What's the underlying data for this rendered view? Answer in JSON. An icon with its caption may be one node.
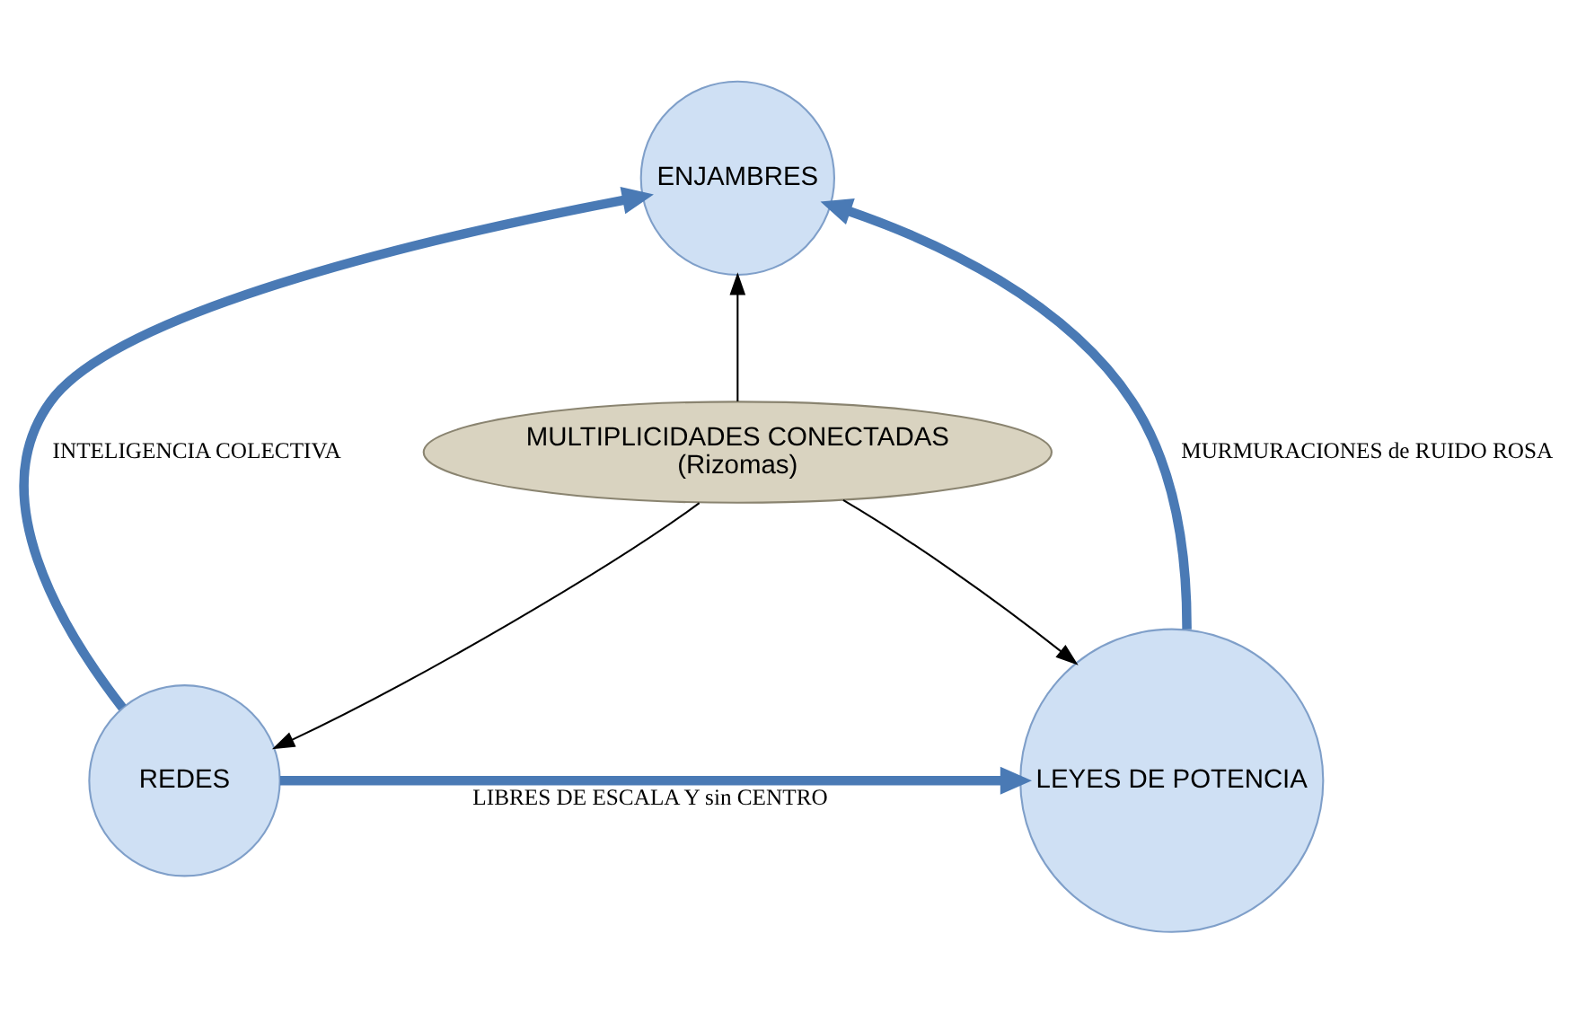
{
  "diagram": {
    "nodes": [
      {
        "text": [
          "ENJAMBRES"
        ]
      },
      {
        "text": [
          "MULTIPLICIDADES CONECTADAS",
          "(Rizomas)"
        ]
      },
      {
        "text": [
          "REDES"
        ]
      },
      {
        "text": [
          "LEYES DE POTENCIA"
        ]
      }
    ],
    "edges": [
      {
        "from": 2,
        "to": 0,
        "arrow": "to",
        "label": "INTELIGENCIA COLECTIVA",
        "style": "thick",
        "color": "#4a7ab5"
      },
      {
        "from": 3,
        "to": 0,
        "arrow": "to",
        "label": "MURMURACIONES de RUIDO ROSA",
        "style": "thick",
        "color": "#4a7ab5"
      },
      {
        "from": 2,
        "to": 3,
        "arrow": "to",
        "label": "LIBRES DE ESCALA Y sin CENTRO",
        "style": "thick",
        "color": "#4a7ab5"
      },
      {
        "from": 1,
        "to": 0,
        "arrow": "to",
        "color": "#000000"
      },
      {
        "from": 1,
        "to": 2,
        "arrow": "to",
        "color": "#000000"
      },
      {
        "from": 1,
        "to": 3,
        "arrow": "to",
        "color": "#000000"
      }
    ]
  }
}
